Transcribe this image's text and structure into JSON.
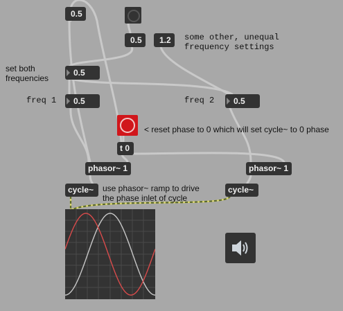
{
  "objects": {
    "num_top": "0.5",
    "num_a": "0.5",
    "num_b": "1.2",
    "num_both": "0.5",
    "num_freq1": "0.5",
    "num_freq2": "0.5",
    "trigger": "t 0",
    "phasor_left": "phasor~ 1",
    "phasor_right": "phasor~ 1",
    "cycle_left": "cycle~",
    "cycle_right": "cycle~"
  },
  "comments": {
    "other_freq": "some other, unequal\nfrequency settings",
    "set_both": "set both\nfrequencies",
    "freq1": "freq 1",
    "freq2": "freq 2",
    "reset": "< reset phase to 0 which will set cycle~ to 0 phase",
    "ramp": "use phasor~ ramp to drive\nthe phase inlet of cycle"
  },
  "icons": {
    "bang_top": "bang-button-icon",
    "bang_reset": "bang-button-icon",
    "dac": "speaker-icon"
  },
  "colors": {
    "canvas": "#a8a8a8",
    "object": "#333333",
    "object_text": "#eeeeee",
    "bang_reset": "#d1161b",
    "scope_trace_1": "#c8c8c8",
    "scope_trace_2": "#d94b4b",
    "signal_cord": "#d7d36a"
  }
}
